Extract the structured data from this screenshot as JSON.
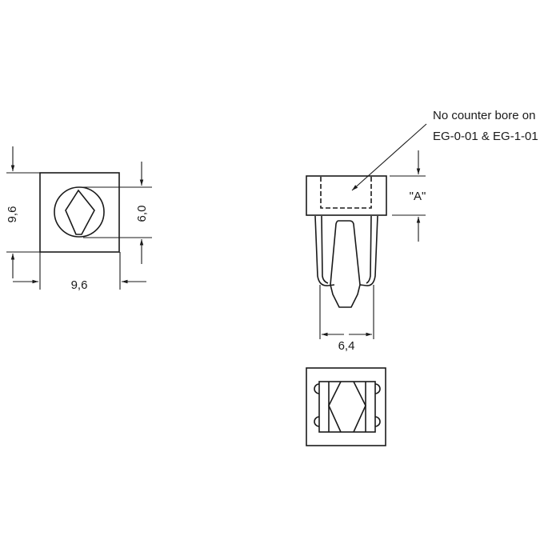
{
  "dimensions": {
    "top_view_height": "9,6",
    "top_view_width": "9,6",
    "head_diameter": "6,0",
    "leg_width": "6,4",
    "head_height": "\"A\""
  },
  "note": {
    "line1": "No counter bore on",
    "line2": "EG-0-01 & EG-1-01"
  }
}
